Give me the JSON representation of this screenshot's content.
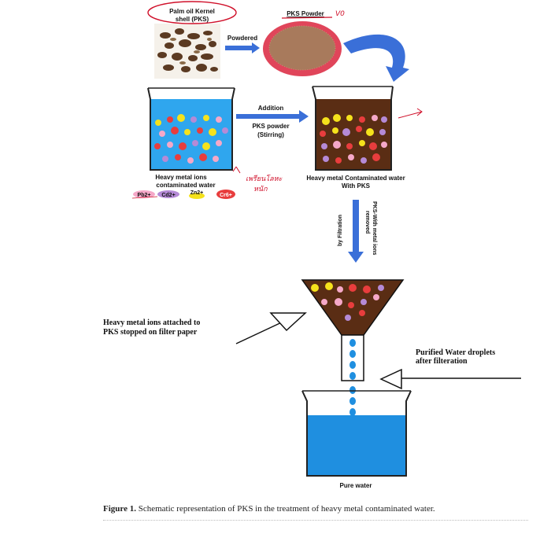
{
  "labels": {
    "palm_line1": "Palm oil Kernel",
    "palm_line2": "shell (PKS)",
    "pks_powder": "PKS Powder",
    "powdered": "Powdered",
    "addition": "Addition",
    "pks_powder_stir1": "PKS powder",
    "pks_powder_stir2": "(Stirring)",
    "heavy_ions_line1": "Heavy metal ions",
    "heavy_ions_line2": "contaminated water",
    "contam_pks_line1": "Heavy metal Contaminated water",
    "contam_pks_line2": "With PKS",
    "removed_line1": "PKS-With metal ions",
    "removed_line2": "removed",
    "filtration": "by Filtration",
    "attached_line1": "Heavy metal ions attached to",
    "attached_line2": "PKS stopped on filter paper",
    "purified_line1": "Purified Water droplets",
    "purified_line2": "after filteration",
    "pure_water": "Pure water"
  },
  "ions": [
    "Pb2+",
    "Cd2+",
    "Zn2+",
    "Cr6+"
  ],
  "handwriting": {
    "note_powder": "V0",
    "note_thai_line1": "เพรียนโลหะ",
    "note_thai_line2": "หนัก"
  },
  "caption": {
    "label": "Figure 1.",
    "text": "Schematic representation of PKS in the treatment of heavy metal contaminated water."
  },
  "colors": {
    "arrow_blue": "#3a6fd8",
    "water_blue": "#1f8fe0",
    "brown": "#5a2d14",
    "annotation_red": "#d0102a"
  }
}
